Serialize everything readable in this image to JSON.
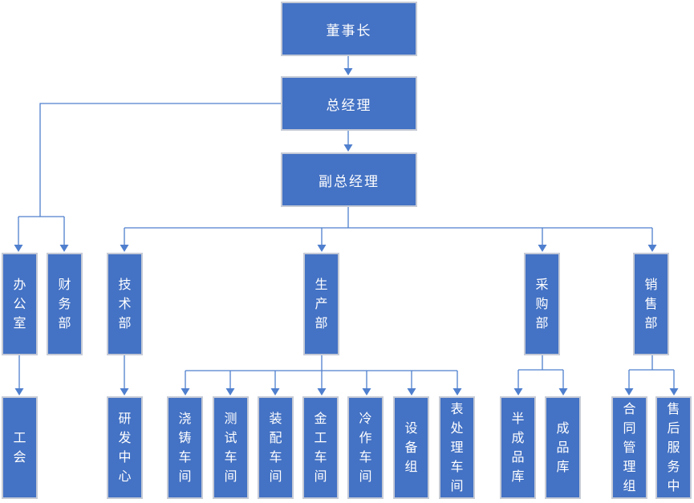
{
  "colors": {
    "node_fill": "#4472C4",
    "node_border": "#C6CBD6",
    "connector": "#4F7FCE",
    "node_text": "#FFFFFF",
    "background": "#FFFFFF"
  },
  "org": {
    "chairman": "董事长",
    "general_manager": "总经理",
    "deputy_general_manager": "副总经理",
    "departments": {
      "office": "办公室",
      "finance": "财务部",
      "technology": "技术部",
      "production": "生产部",
      "purchasing": "采购部",
      "sales": "销售部"
    },
    "units": {
      "labor_union": "工会",
      "rd_center": "研发中心",
      "casting_workshop": "浇铸车间",
      "testing_workshop": "测试车间",
      "assembly_workshop": "装配车间",
      "metalwork_workshop": "金工车间",
      "coldwork_workshop": "冷作车间",
      "equipment_group": "设备组",
      "surface_treatment_workshop": "表处理车间",
      "semi_finished_warehouse": "半成品库",
      "finished_warehouse": "成品库",
      "contract_management_group": "合同管理组",
      "after_sales_service_center": "售后服务中"
    }
  }
}
